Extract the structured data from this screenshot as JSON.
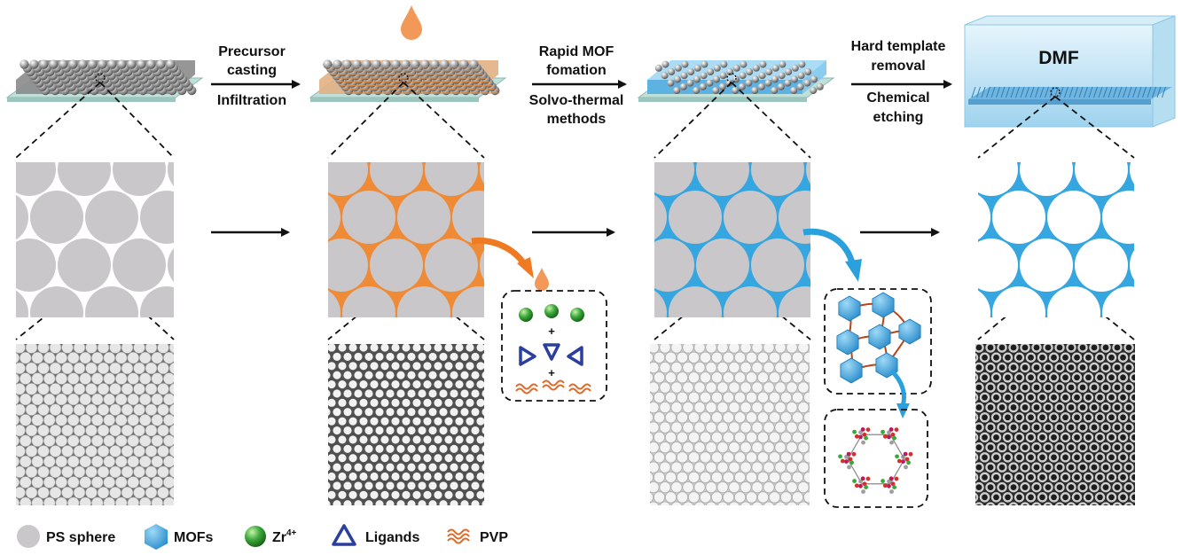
{
  "steps": [
    {
      "line1": "Precursor",
      "line2": "casting",
      "line3": "Infiltration"
    },
    {
      "line1": "Rapid MOF",
      "line2": "fomation",
      "line3": "Solvo-thermal",
      "line4": "methods"
    },
    {
      "line1": "Hard template",
      "line2": "removal",
      "line3": "Chemical",
      "line4": "etching"
    }
  ],
  "solvent_label": "DMF",
  "reagent_plus": "+",
  "legend": [
    {
      "label": "PS sphere",
      "icon": "ps-sphere-icon"
    },
    {
      "label": "MOFs",
      "icon": "mof-icon"
    },
    {
      "label": "Zr",
      "sup": "4+",
      "icon": "zr-ion-icon"
    },
    {
      "label": "Ligands",
      "icon": "ligand-icon"
    },
    {
      "label": "PVP",
      "icon": "pvp-icon"
    }
  ],
  "colors": {
    "sphere": "#c9c7c9",
    "precursor": "#ef8b37",
    "mof": "#35a6e0",
    "ligand": "#2a3f9e",
    "zr": "#3aa73a",
    "substrate": "#bfe0d9"
  }
}
